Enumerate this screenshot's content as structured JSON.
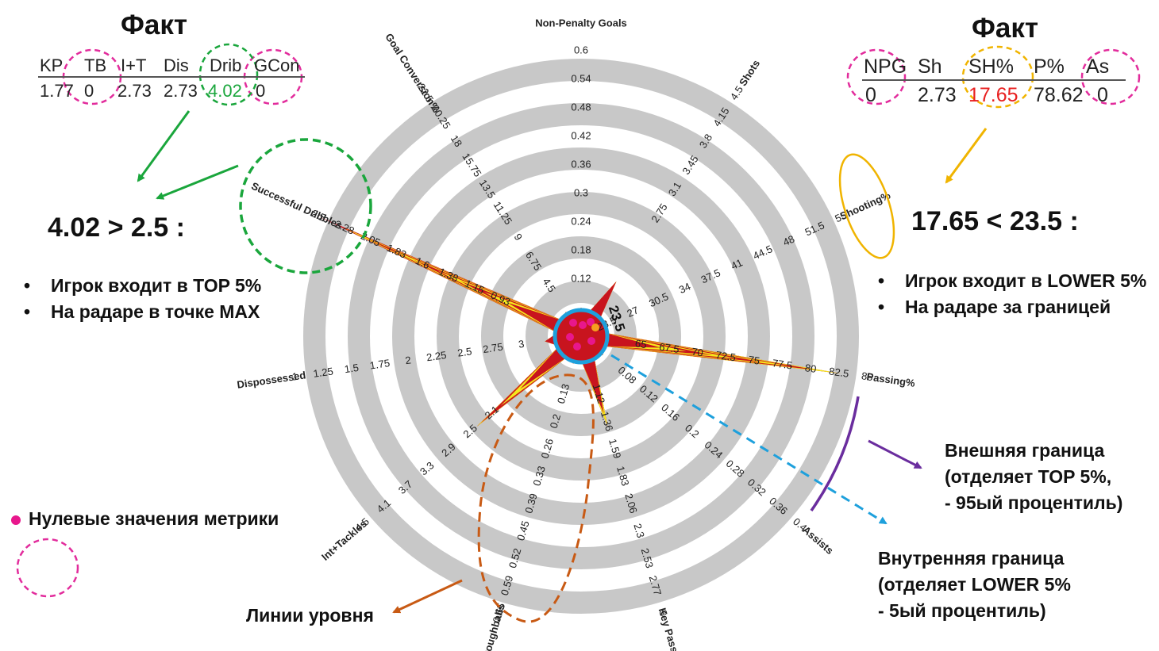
{
  "chart_data": {
    "type": "radar",
    "axes": [
      {
        "label": "Non-Penalty Goals",
        "ticks": [
          "0.12",
          "0.18",
          "0.24",
          "0.3",
          "0.36",
          "0.42",
          "0.48",
          "0.54",
          "0.6"
        ]
      },
      {
        "label": "Shots",
        "ticks": [
          "2.75",
          "3.1",
          "3.45",
          "3.8",
          "4.15",
          "4.5"
        ]
      },
      {
        "label": "Shooting%",
        "ticks": [
          "23.5",
          "27",
          "30.5",
          "34",
          "37.5",
          "41",
          "44.5",
          "48",
          "51.5",
          "55"
        ]
      },
      {
        "label": "Passing%",
        "ticks": [
          "65",
          "67.5",
          "70",
          "72.5",
          "75",
          "77.5",
          "80",
          "82.5",
          "85"
        ]
      },
      {
        "label": "Assists",
        "ticks": [
          "0.08",
          "0.12",
          "0.16",
          "0.2",
          "0.24",
          "0.28",
          "0.32",
          "0.36",
          "0.4"
        ]
      },
      {
        "label": "Key Passes",
        "ticks": [
          "1.12",
          "1.36",
          "1.59",
          "1.83",
          "2.06",
          "2.3",
          "2.53",
          "2.77",
          "3"
        ]
      },
      {
        "label": "Throughballs",
        "ticks": [
          "0.13",
          "0.2",
          "0.26",
          "0.33",
          "0.39",
          "0.45",
          "0.52",
          "0.59",
          "0.65"
        ]
      },
      {
        "label": "Int+Tackles",
        "ticks": [
          "2.1",
          "2.5",
          "2.9",
          "3.3",
          "3.7",
          "4.1",
          "4.5"
        ]
      },
      {
        "label": "Dispossessed",
        "ticks": [
          "3",
          "2.75",
          "2.5",
          "2.25",
          "2",
          "1.75",
          "1.5",
          "1.25",
          "1"
        ]
      },
      {
        "label": "Successful Dribbles",
        "ticks": [
          "0.93",
          "1.15",
          "1.38",
          "1.6",
          "1.83",
          "2.05",
          "2.28",
          "2.5"
        ]
      },
      {
        "label": "Goal Conversion%",
        "ticks": [
          "4.5",
          "6.75",
          "9",
          "11.25",
          "13.5",
          "15.75",
          "18",
          "20.25",
          "22.5"
        ]
      }
    ],
    "values_percentile": [
      0,
      0.14,
      0,
      0.9,
      0,
      0.25,
      0,
      0.42,
      0.03,
      1.0,
      0
    ],
    "stripe_levels": [
      0.2,
      0.3,
      0.4,
      0.5,
      0.6,
      0.7,
      0.8,
      0.9,
      1.0
    ],
    "colors": {
      "rings": "#c8c8c8",
      "red": "#c8141e",
      "yellow": "#f5e81c",
      "inner_circle": "#1ea0dc",
      "zero_dot": "#e8178c",
      "orange_dot": "#f5a020"
    },
    "center_label": "23.5"
  },
  "left": {
    "title": "Факт",
    "table_headers": [
      "KP",
      "TB",
      "I+T",
      "Dis",
      "Drib",
      "GCon"
    ],
    "table_values": [
      "1.77",
      "0",
      "2.73",
      "2.73",
      "4.02",
      "0"
    ],
    "compare": "4.02 > 2.5 :",
    "bullets": [
      "Игрок входит в TOP 5%",
      "На радаре в точке MAX"
    ],
    "highlight_color": "#1aa63c"
  },
  "right": {
    "title": "Факт",
    "table_headers": [
      "NPG",
      "Sh",
      "SH%",
      "P%",
      "As"
    ],
    "table_values": [
      "0",
      "2.73",
      "17.65",
      "78.62",
      "0"
    ],
    "compare": "17.65 < 23.5 :",
    "bullets": [
      "Игрок входит в LOWER 5%",
      "На радаре за границей"
    ],
    "highlight_color": "#e82020"
  },
  "legend": {
    "zero_values": "Нулевые значения метрики"
  },
  "annotations": {
    "outer_border": [
      "Внешняя граница",
      "(отделяет TOP 5%,",
      "- 95ый процентиль)"
    ],
    "inner_border": [
      "Внутренняя граница",
      "(отделяет LOWER 5%",
      "- 5ый процентиль)"
    ],
    "level_lines": "Линии уровня"
  }
}
